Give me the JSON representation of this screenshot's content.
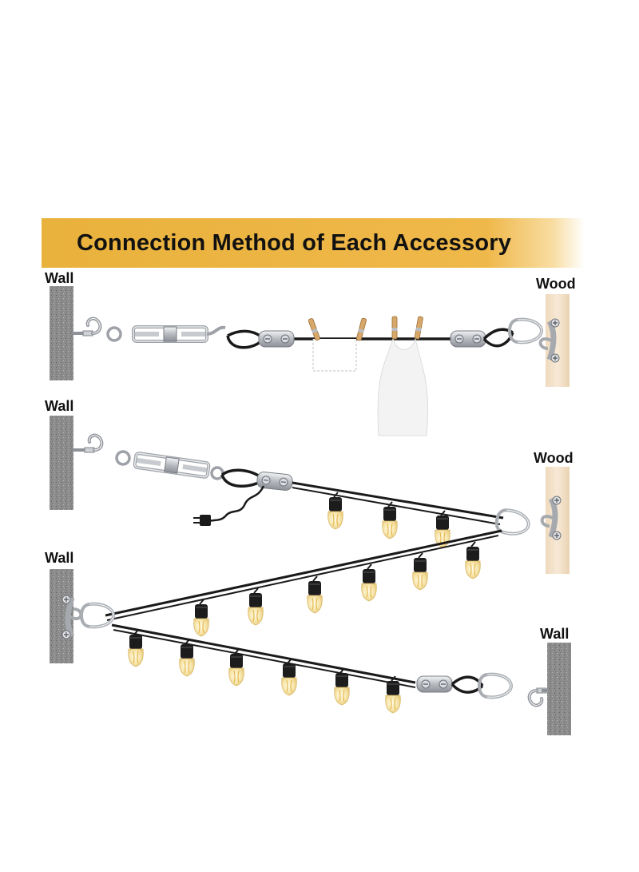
{
  "banner": {
    "title": "Connection Method of Each Accessory"
  },
  "labels": {
    "r1_left": "Wall",
    "r1_right": "Wood",
    "r2_left": "Wall",
    "r2_right": "Wood",
    "r3_left": "Wall",
    "r3_right": "Wall"
  },
  "colors": {
    "banner": "#efb84a",
    "wall": "#8a8a8a",
    "wood": "#f1dfc6",
    "metal": "#c9ccd0",
    "cable": "#1a1a1a",
    "bulb_glass": "#f6e7b4"
  },
  "icons": [
    "wall-block",
    "wood-post",
    "eye-hook",
    "turnbuckle",
    "wire-clamp",
    "carabiner",
    "pad-eye",
    "clothespin",
    "plug-icon",
    "light-bulb"
  ]
}
